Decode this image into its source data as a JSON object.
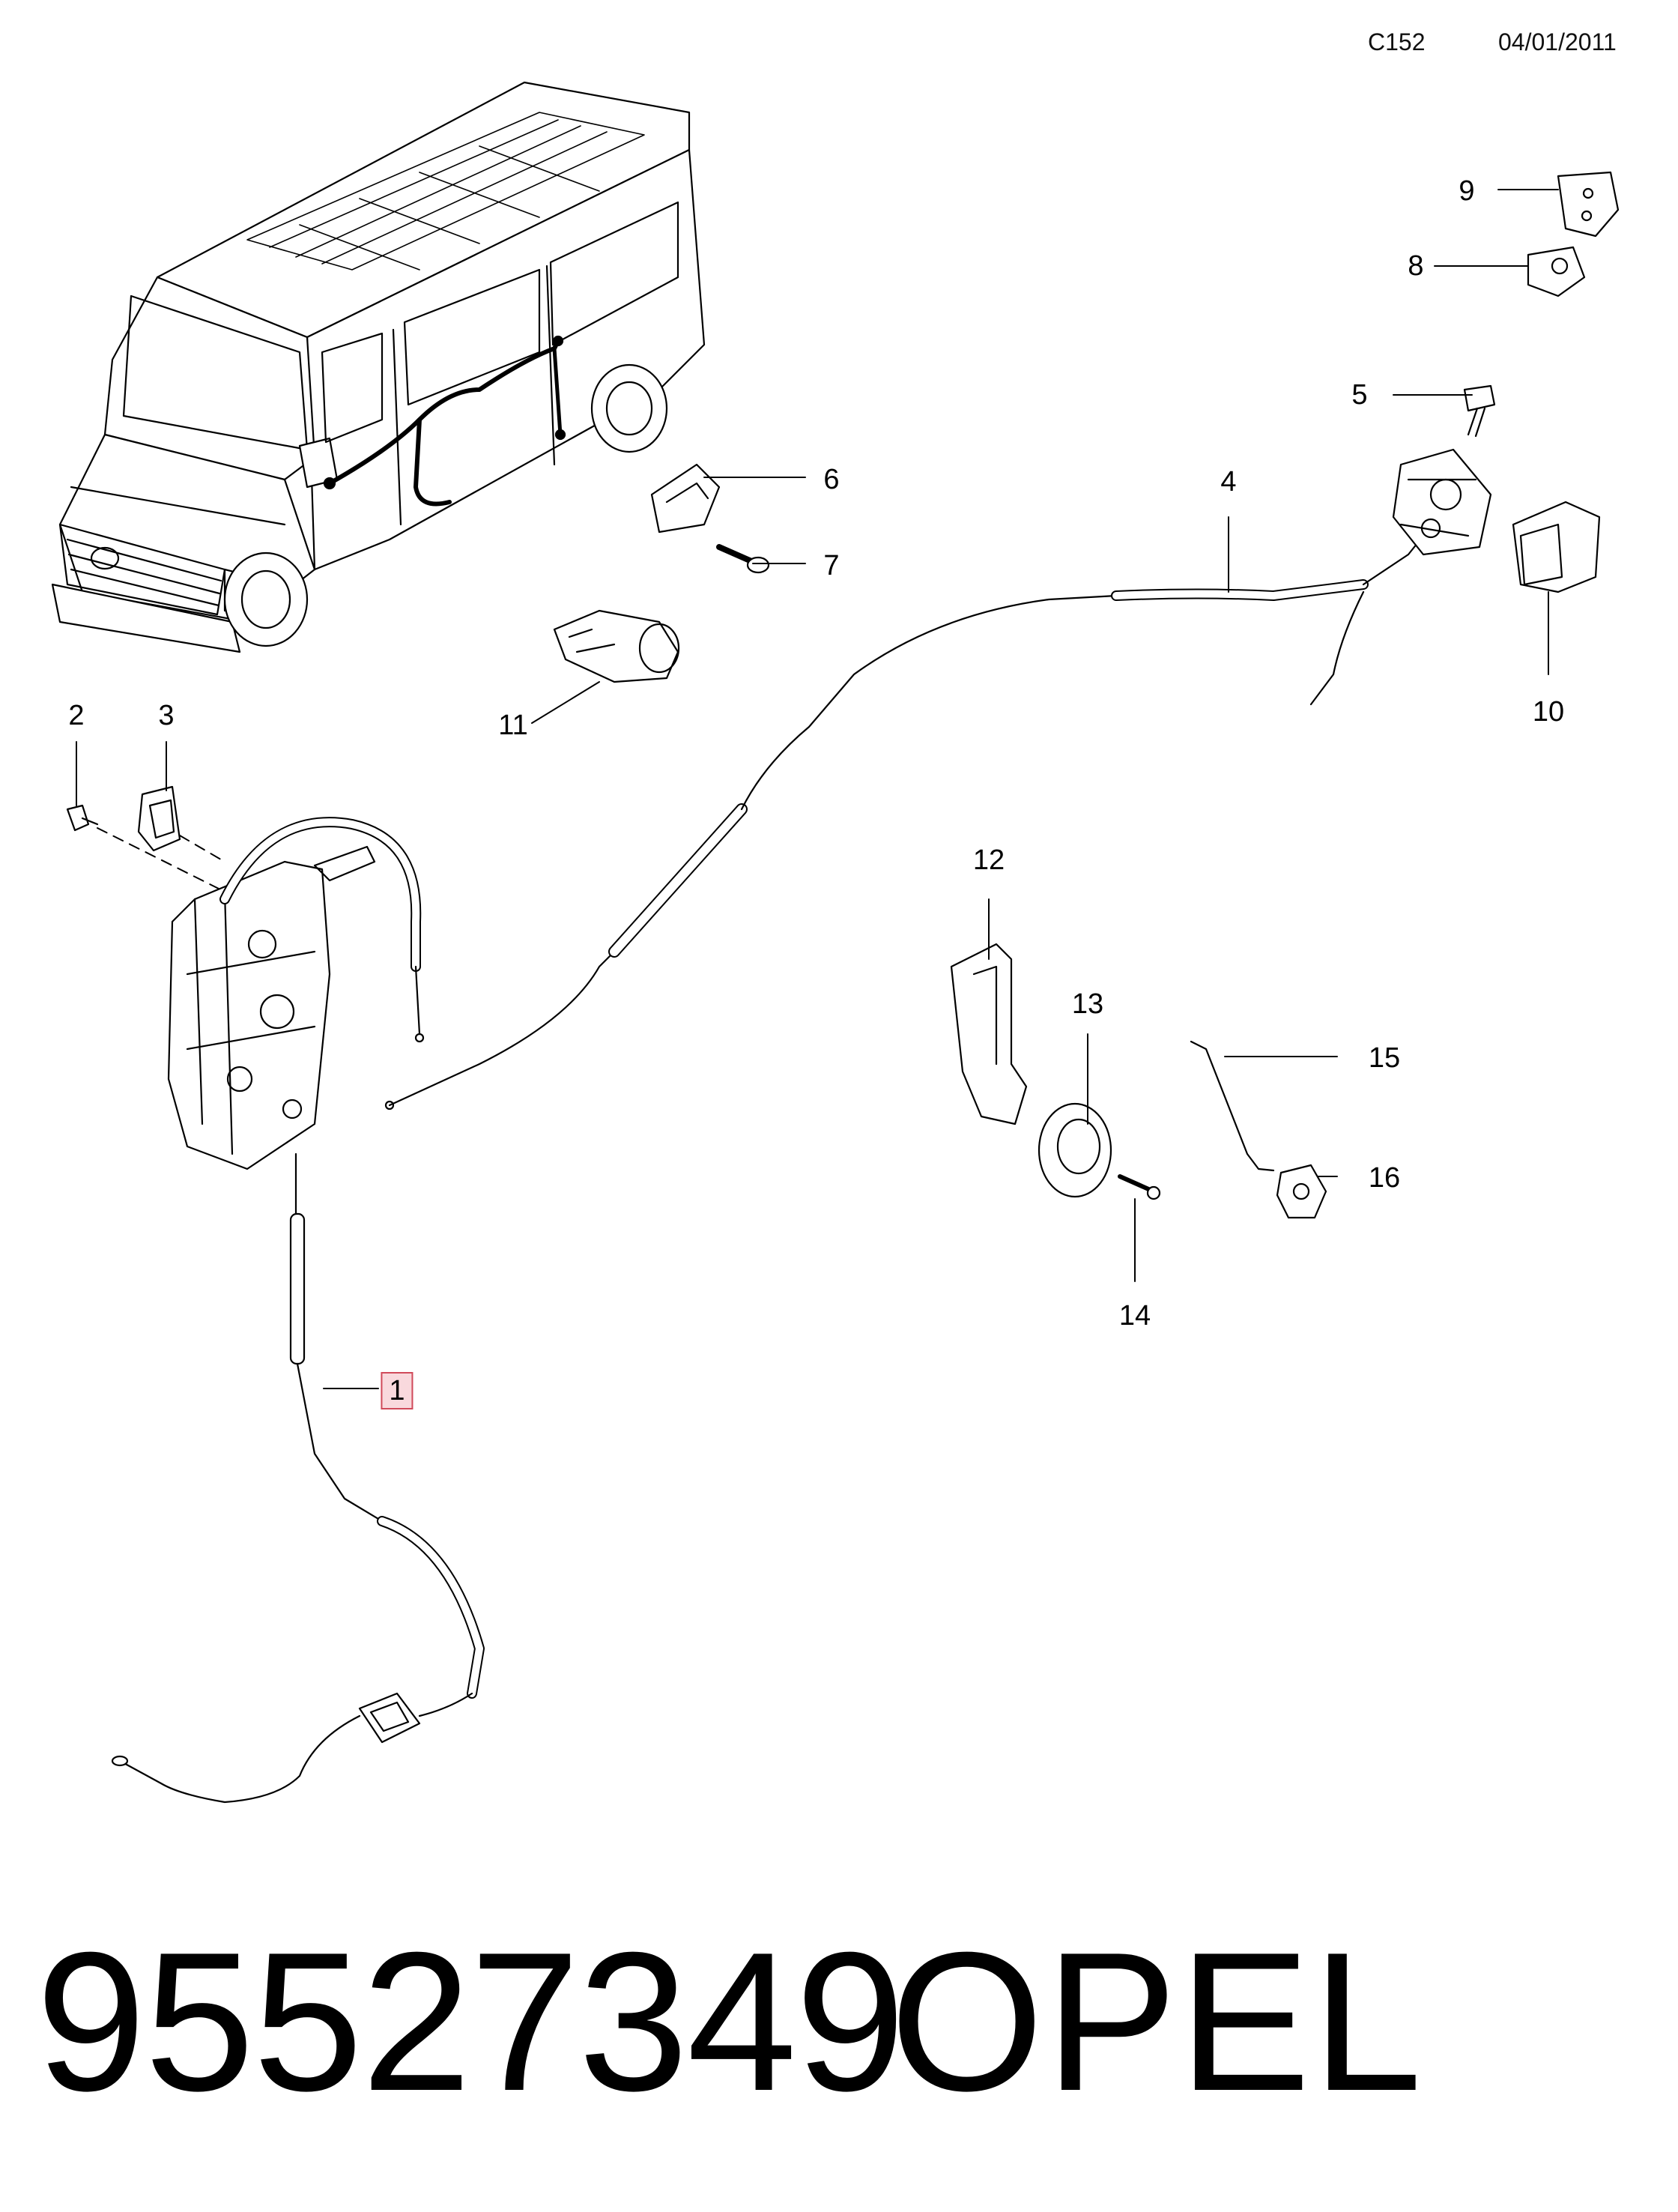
{
  "header": {
    "code": "C152",
    "date": "04/01/2011"
  },
  "callouts": [
    {
      "id": "1",
      "label": "1",
      "highlighted": true
    },
    {
      "id": "2",
      "label": "2"
    },
    {
      "id": "3",
      "label": "3"
    },
    {
      "id": "4",
      "label": "4"
    },
    {
      "id": "5",
      "label": "5"
    },
    {
      "id": "6",
      "label": "6"
    },
    {
      "id": "7",
      "label": "7"
    },
    {
      "id": "8",
      "label": "8"
    },
    {
      "id": "9",
      "label": "9"
    },
    {
      "id": "10",
      "label": "10"
    },
    {
      "id": "11",
      "label": "11"
    },
    {
      "id": "12",
      "label": "12"
    },
    {
      "id": "13",
      "label": "13"
    },
    {
      "id": "14",
      "label": "14"
    },
    {
      "id": "15",
      "label": "15"
    },
    {
      "id": "16",
      "label": "16"
    }
  ],
  "footer": {
    "part_number": "95527349",
    "brand": "OPEL"
  },
  "colors": {
    "highlight_fill": "#f9d9dd",
    "highlight_border": "#d04a5a"
  }
}
